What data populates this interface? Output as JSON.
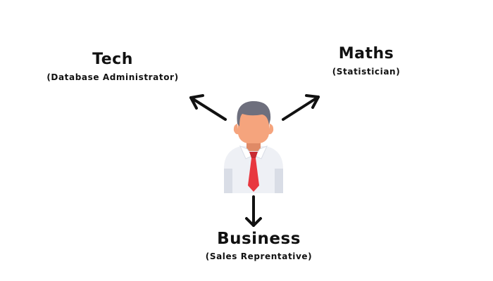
{
  "nodes": {
    "tech": {
      "title": "Tech",
      "subtitle": "(Database Administrator)"
    },
    "maths": {
      "title": "Maths",
      "subtitle": "(Statistician)"
    },
    "business": {
      "title": "Business",
      "subtitle": "(Sales Reprentative)"
    }
  },
  "figure": {
    "icon": "businessman-icon",
    "colors": {
      "hair": "#6e6f7d",
      "skin": "#f5a47d",
      "skin_shadow": "#e08a66",
      "shirt": "#eef0f5",
      "shirt_shade": "#d9dde6",
      "tie": "#e8373f",
      "tie_knot": "#c82a32",
      "arrow": "#111111"
    }
  }
}
